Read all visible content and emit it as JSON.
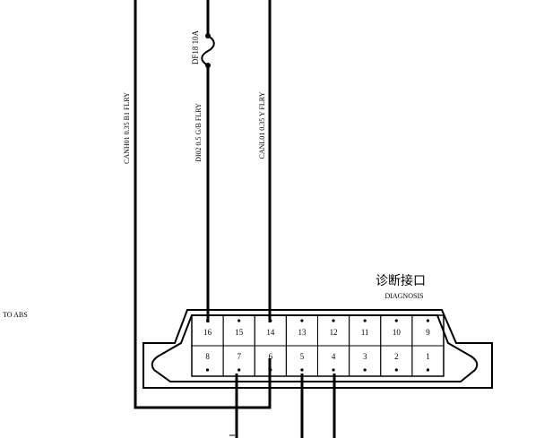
{
  "labels": {
    "fuse": "DF18 10A",
    "wire_left": "CANH01 0.35 B1 FLRY",
    "wire_mid": "DI02 0.5 G/B FLRY",
    "wire_right": "CANL01 0.35 Y FLRY",
    "to_abs": "TO ABS",
    "title_cn": "诊断接口",
    "title_en": "DIAGNOSIS"
  },
  "connector": {
    "top_row": [
      "16",
      "15",
      "14",
      "13",
      "12",
      "11",
      "10",
      "9"
    ],
    "bottom_row": [
      "8",
      "7",
      "6",
      "5",
      "4",
      "3",
      "2",
      "1"
    ]
  },
  "colors": {
    "line": "#000000",
    "background": "#ffffff"
  }
}
